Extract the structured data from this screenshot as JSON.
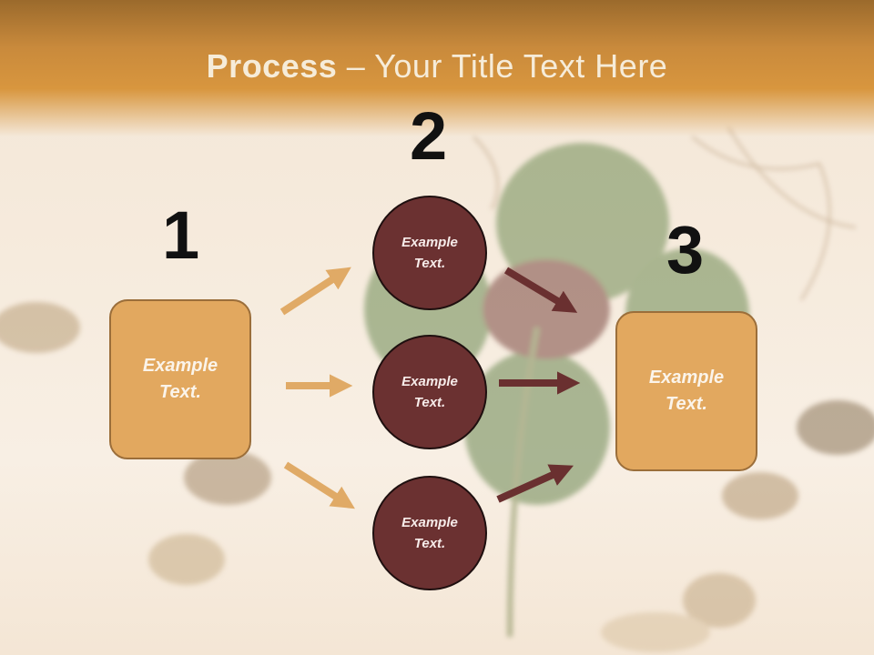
{
  "title": {
    "bold": "Process",
    "rest": " – Your Title Text Here"
  },
  "steps": {
    "one": {
      "number": "1",
      "box": {
        "line1": "Example",
        "line2": "Text."
      }
    },
    "two": {
      "number": "2",
      "circles": [
        {
          "line1": "Example",
          "line2": "Text."
        },
        {
          "line1": "Example",
          "line2": "Text."
        },
        {
          "line1": "Example",
          "line2": "Text."
        }
      ]
    },
    "three": {
      "number": "3",
      "box": {
        "line1": "Example",
        "line2": "Text."
      }
    }
  },
  "colors": {
    "box_fill": "#e2a85f",
    "circle_fill": "#6b3131",
    "left_arrow": "#e0aa66",
    "right_arrow": "#6a3030"
  }
}
